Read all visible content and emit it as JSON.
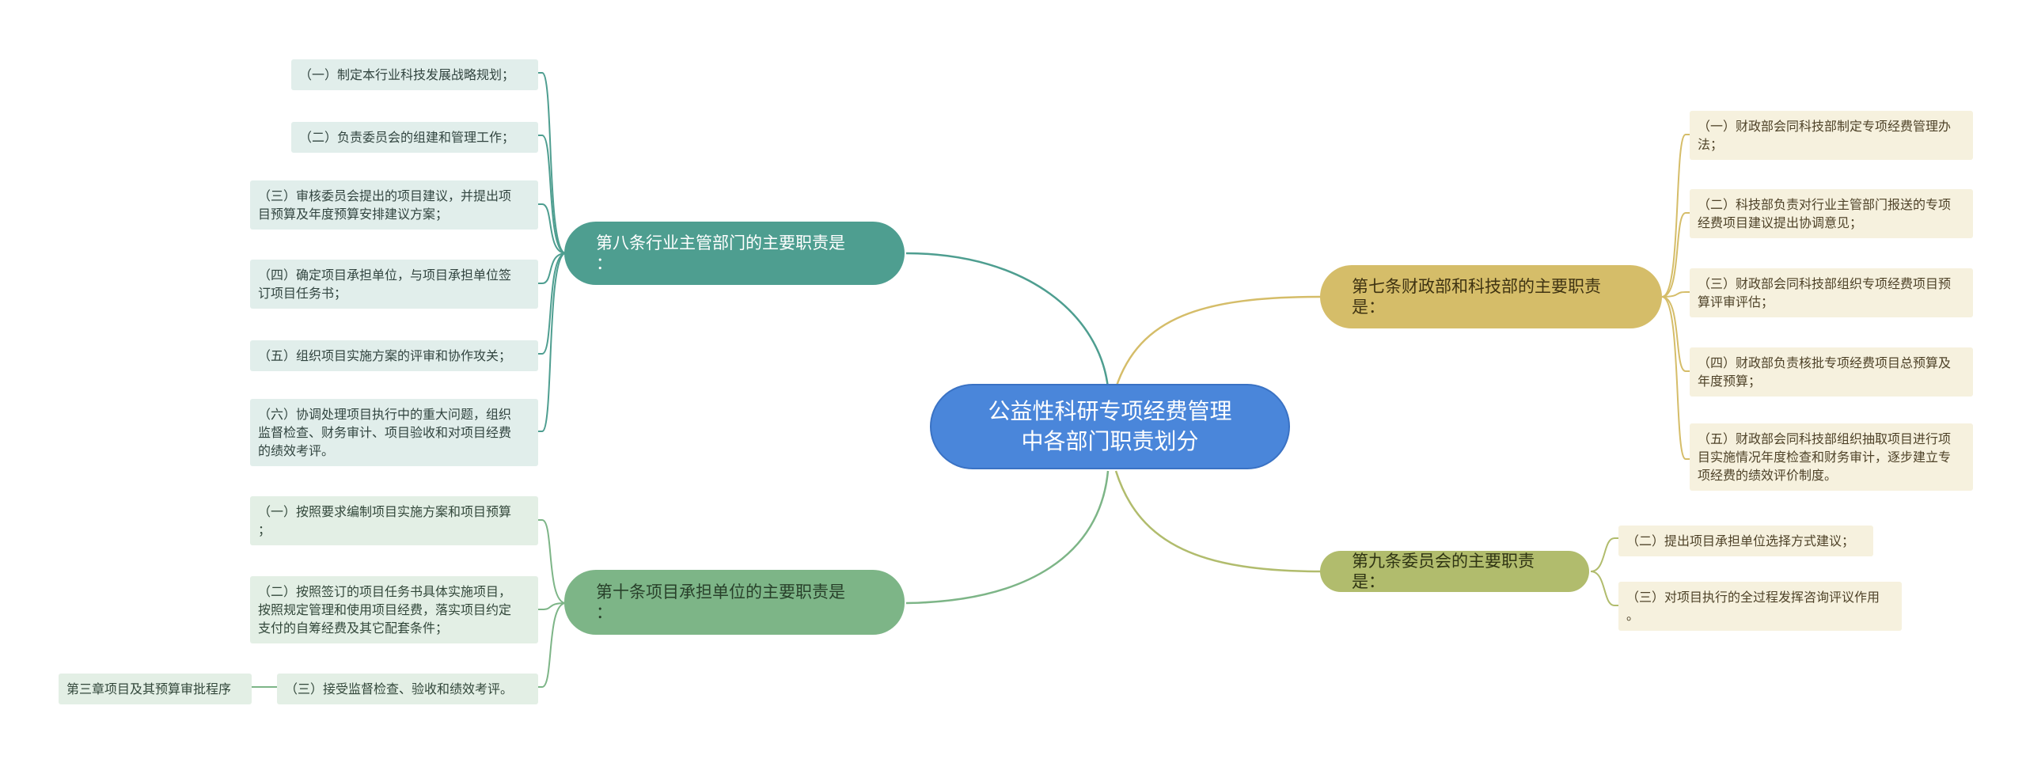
{
  "root": {
    "title": "公益性科研专项经费管理\n中各部门职责划分"
  },
  "branches": {
    "art8": {
      "title": "第八条行业主管部门的主要职责是\n：",
      "items": [
        "（一）制定本行业科技发展战略规划；",
        "（二）负责委员会的组建和管理工作；",
        "（三）审核委员会提出的项目建议，并提出项\n目预算及年度预算安排建议方案；",
        "（四）确定项目承担单位，与项目承担单位签\n订项目任务书；",
        "（五）组织项目实施方案的评审和协作攻关；",
        "（六）协调处理项目执行中的重大问题，组织\n监督检查、财务审计、项目验收和对项目经费\n的绩效考评。"
      ]
    },
    "art10": {
      "title": "第十条项目承担单位的主要职责是\n：",
      "items": [
        "（一）按照要求编制项目实施方案和项目预算\n；",
        "（二）按照签订的项目任务书具体实施项目，\n按照规定管理和使用项目经费，落实项目约定\n支付的自筹经费及其它配套条件；",
        "（三）接受监督检查、验收和绩效考评。"
      ],
      "extra": "第三章项目及其预算审批程序"
    },
    "art7": {
      "title": "第七条财政部和科技部的主要职责\n是：",
      "items": [
        "（一）财政部会同科技部制定专项经费管理办\n法；",
        "（二）科技部负责对行业主管部门报送的专项\n经费项目建议提出协调意见；",
        "（三）财政部会同科技部组织专项经费项目预\n算评审评估；",
        "（四）财政部负责核批专项经费项目总预算及\n年度预算；",
        "（五）财政部会同科技部组织抽取项目进行项\n目实施情况年度检查和财务审计，逐步建立专\n项经费的绩效评价制度。"
      ]
    },
    "art9": {
      "title": "第九条委员会的主要职责是：",
      "items": [
        "（二）提出项目承担单位选择方式建议；",
        "（三）对项目执行的全过程发挥咨询评议作用\n。"
      ]
    }
  },
  "colors": {
    "root": "#4a86da",
    "teal": "#4e9e90",
    "green": "#7db587",
    "gold": "#d5bd69",
    "olive": "#b1bc6d"
  }
}
